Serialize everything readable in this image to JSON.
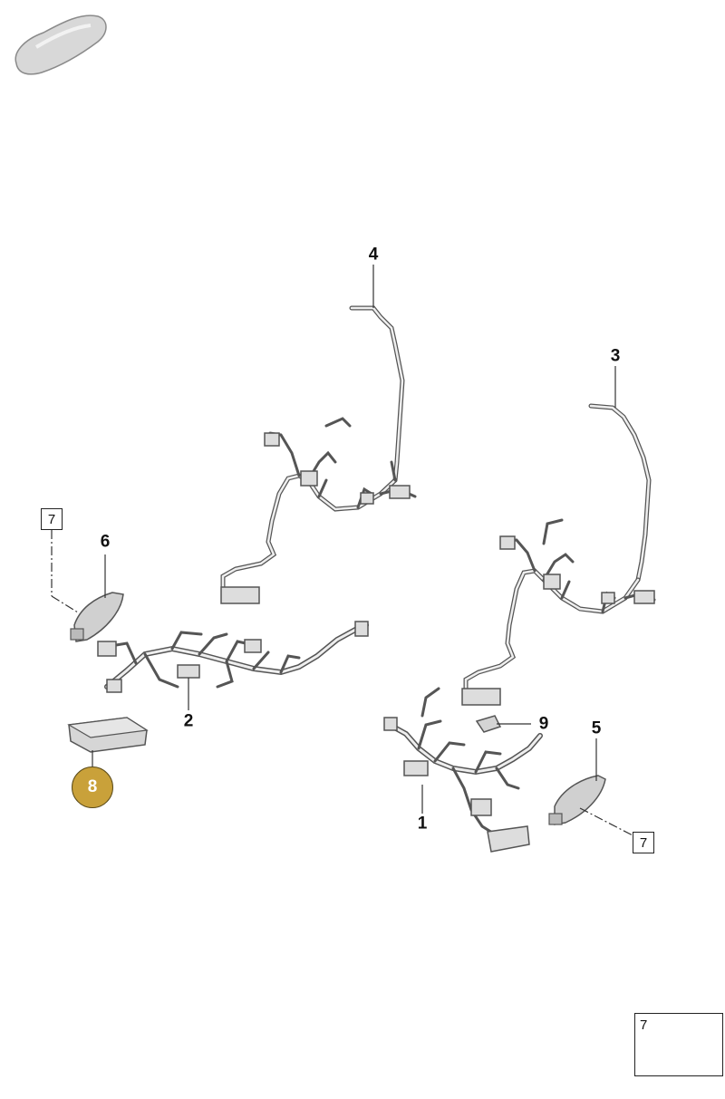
{
  "callouts": [
    {
      "id": "c1",
      "label": "1"
    },
    {
      "id": "c2",
      "label": "2"
    },
    {
      "id": "c3",
      "label": "3"
    },
    {
      "id": "c4",
      "label": "4"
    },
    {
      "id": "c5",
      "label": "5"
    },
    {
      "id": "c6",
      "label": "6"
    },
    {
      "id": "c8",
      "label": "8"
    },
    {
      "id": "c9",
      "label": "9"
    }
  ],
  "boxed_callouts": [
    {
      "id": "b7a",
      "label": "7"
    },
    {
      "id": "b7b",
      "label": "7"
    }
  ],
  "inset": {
    "label": "7"
  },
  "colors": {
    "highlight": "#c9a13a",
    "line": "#333333",
    "part": "#cfcfcf",
    "part_edge": "#555555"
  }
}
